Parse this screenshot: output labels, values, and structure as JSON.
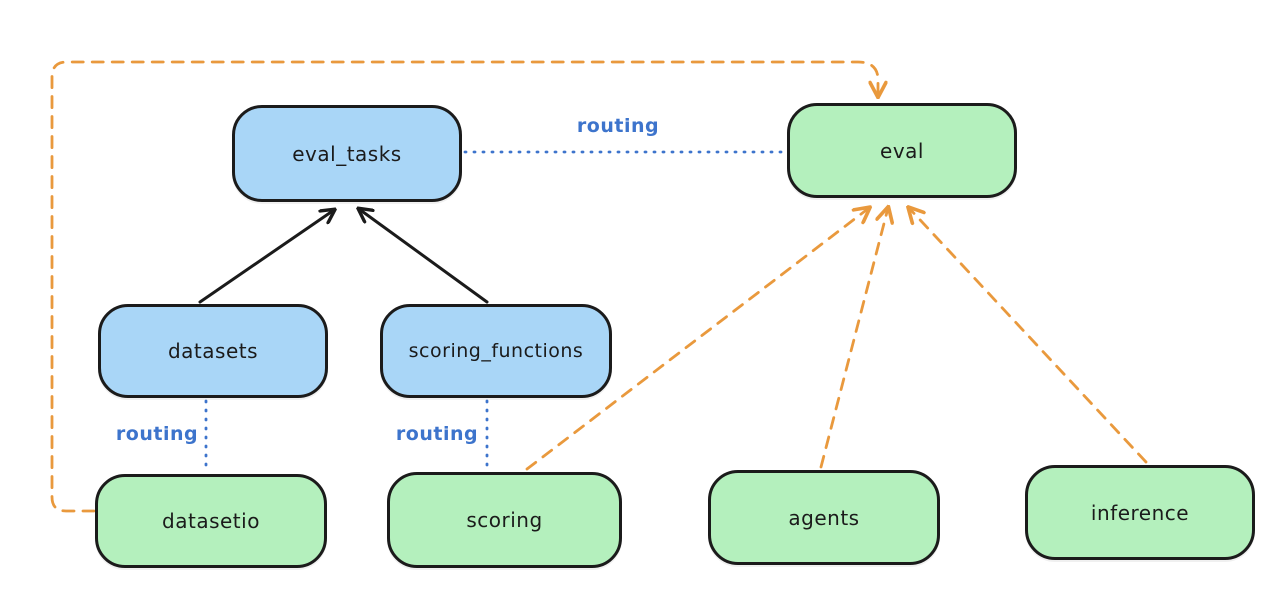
{
  "diagram": {
    "background": "#ffffff",
    "colors": {
      "blue_node_fill": "#a9d6f7",
      "green_node_fill": "#b4f0bd",
      "node_stroke": "#1b1b1b",
      "solid_arrow": "#1b1b1b",
      "routing_line": "#3d74cc",
      "dashed_arrow": "#e9993d"
    },
    "nodes": [
      {
        "id": "eval_tasks",
        "label": "eval_tasks",
        "fill": "blue"
      },
      {
        "id": "eval",
        "label": "eval",
        "fill": "green"
      },
      {
        "id": "datasets",
        "label": "datasets",
        "fill": "blue"
      },
      {
        "id": "scoring_functions",
        "label": "scoring_functions",
        "fill": "blue"
      },
      {
        "id": "datasetio",
        "label": "datasetio",
        "fill": "green"
      },
      {
        "id": "scoring",
        "label": "scoring",
        "fill": "green"
      },
      {
        "id": "agents",
        "label": "agents",
        "fill": "green"
      },
      {
        "id": "inference",
        "label": "inference",
        "fill": "green"
      }
    ],
    "edges": [
      {
        "from": "datasets",
        "to": "eval_tasks",
        "style": "solid-black-arrow",
        "label": ""
      },
      {
        "from": "scoring_functions",
        "to": "eval_tasks",
        "style": "solid-black-arrow",
        "label": ""
      },
      {
        "from": "eval_tasks",
        "to": "eval",
        "style": "dotted-blue",
        "label": "routing"
      },
      {
        "from": "datasets",
        "to": "datasetio",
        "style": "dotted-blue",
        "label": "routing"
      },
      {
        "from": "scoring_functions",
        "to": "scoring",
        "style": "dotted-blue",
        "label": "routing"
      },
      {
        "from": "datasetio",
        "to": "eval",
        "style": "dashed-orange-arrow",
        "label": ""
      },
      {
        "from": "scoring",
        "to": "eval",
        "style": "dashed-orange-arrow",
        "label": ""
      },
      {
        "from": "agents",
        "to": "eval",
        "style": "dashed-orange-arrow",
        "label": ""
      },
      {
        "from": "inference",
        "to": "eval",
        "style": "dashed-orange-arrow",
        "label": ""
      }
    ]
  }
}
